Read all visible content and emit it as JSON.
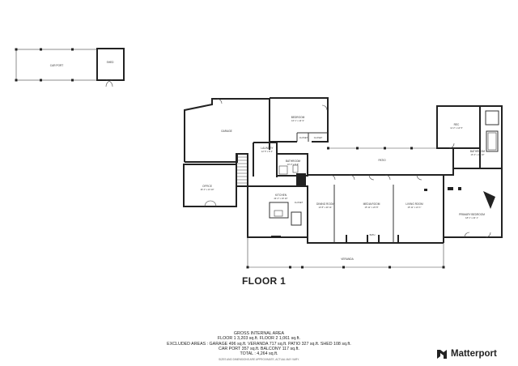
{
  "floor_title": "FLOOR 1",
  "brand": {
    "name": "Matterport",
    "logo_icon": "matterport-logo-icon"
  },
  "areas": {
    "heading": "GROSS INTERNAL AREA",
    "floors_line": "FLOOR 1 3,203 sq.ft.   FLOOR 2 1,061 sq.ft.",
    "excluded_line": "EXCLUDED AREAS :  GARAGE 496 sq.ft.   VERANDA 717 sq.ft.   PATIO 327 sq.ft.   SHED 108 sq.ft.",
    "carport_line": "CAR PORT 357 sq.ft.   BALCONY 117 sq.ft.",
    "total_line": "TOTAL :   4,264 sq.ft.",
    "caption": "SIZES AND DIMENSIONS ARE APPROXIMATE, ACTUAL MAY VARY."
  },
  "rooms": {
    "car_port": {
      "name": "CAR PORT"
    },
    "shed": {
      "name": "SHED"
    },
    "garage": {
      "name": "GARAGE"
    },
    "bedroom": {
      "name": "BEDROOM",
      "dims": "16' 1\" x 14' 9\""
    },
    "laundry": {
      "name": "LAUNDRY",
      "dims": "12' 5\" x 8' 4\""
    },
    "closet_a": {
      "name": "CLOSET"
    },
    "closet_b": {
      "name": "CLOSET"
    },
    "bathroom_small": {
      "name": "BATHROOM",
      "dims": "10' 2\" x 6' 9\""
    },
    "office": {
      "name": "OFFICE",
      "dims": "16' 4\" x 14' 10\""
    },
    "kitchen": {
      "name": "KITCHEN",
      "dims": "24' 2\" x 19' 10\""
    },
    "closet_kitchen": {
      "name": "CLOSET"
    },
    "patio": {
      "name": "PATIO"
    },
    "dining_room": {
      "name": "DINING ROOM",
      "dims": "13' 8\" x 20' 11\""
    },
    "media_room": {
      "name": "MEDIA ROOM",
      "dims": "15' 11\" x 23' 8\""
    },
    "living_room": {
      "name": "LIVING ROOM",
      "dims": "15' 11\" x 21' 1\""
    },
    "bath_hall": {
      "name": "BATH"
    },
    "veranda": {
      "name": "VERANDA"
    },
    "rec": {
      "name": "REC",
      "dims": "11' 2\" x 14' 5\""
    },
    "bathroom_primary": {
      "name": "BATHROOM",
      "dims": "16' 4\" x 11' 10\""
    },
    "primary_bedroom": {
      "name": "PRIMARY BEDROOM",
      "dims": "18' 1\" x 22' 1\""
    }
  }
}
